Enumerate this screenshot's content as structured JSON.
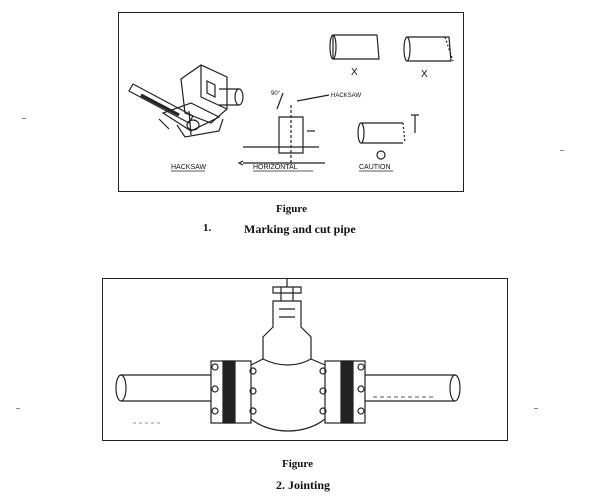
{
  "figure1": {
    "labels": {
      "hacksaw_bottom": "HACKSAW",
      "horizontal": "HORIZONTAL",
      "caution": "CAUTION",
      "hacksaw_pointer": "HACKSAW",
      "angle": "90°",
      "x_left": "X",
      "x_right": "X",
      "circle": "O"
    },
    "caption_figure": "Figure",
    "caption_number": "1.",
    "caption_title": "Marking and cut pipe"
  },
  "figure2": {
    "caption_figure": "Figure",
    "caption_title": "2.  Jointing"
  }
}
